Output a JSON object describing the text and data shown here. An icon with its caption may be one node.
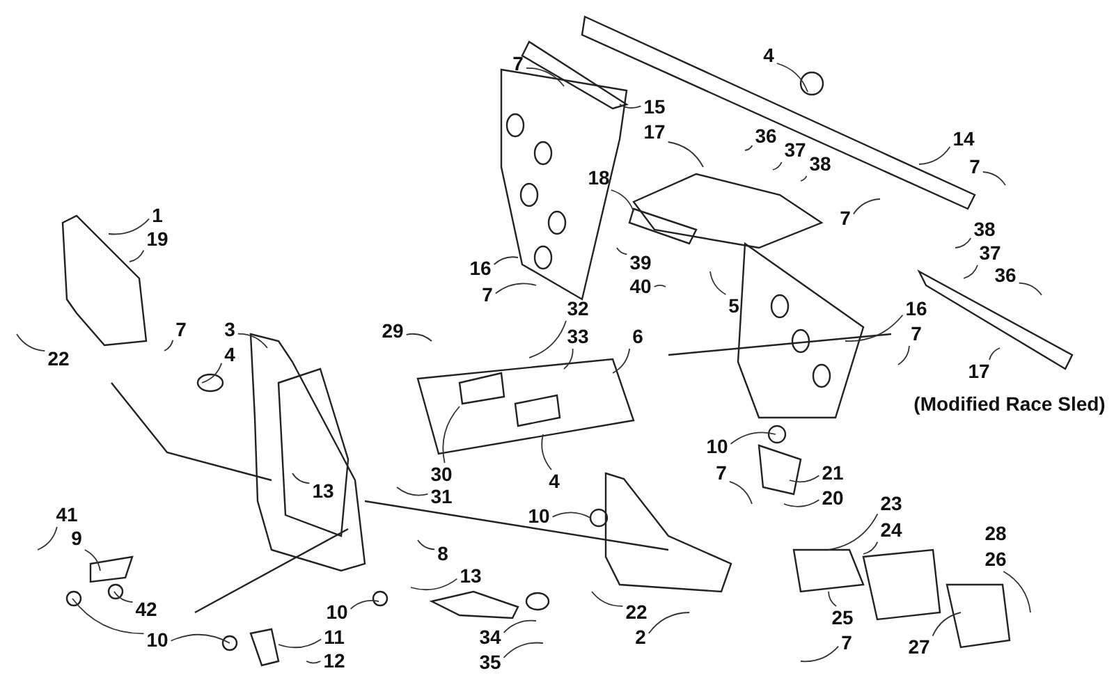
{
  "diagram": {
    "nodes": [
      {
        "text": [
          "1"
        ]
      },
      {
        "text": [
          "19"
        ]
      },
      {
        "text": [
          "22"
        ]
      },
      {
        "text": [
          "7"
        ]
      },
      {
        "text": [
          "3"
        ]
      },
      {
        "text": [
          "4"
        ]
      },
      {
        "text": [
          "41"
        ]
      },
      {
        "text": [
          "9"
        ]
      },
      {
        "text": [
          "42"
        ]
      },
      {
        "text": [
          "10"
        ]
      },
      {
        "text": [
          "11"
        ]
      },
      {
        "text": [
          "12"
        ]
      },
      {
        "text": [
          "13"
        ]
      },
      {
        "text": [
          "8"
        ]
      },
      {
        "text": [
          "13"
        ]
      },
      {
        "text": [
          "10"
        ]
      },
      {
        "text": [
          "29"
        ]
      },
      {
        "text": [
          "32"
        ]
      },
      {
        "text": [
          "33"
        ]
      },
      {
        "text": [
          "6"
        ]
      },
      {
        "text": [
          "30"
        ]
      },
      {
        "text": [
          "31"
        ]
      },
      {
        "text": [
          "4"
        ]
      },
      {
        "text": [
          "10"
        ]
      },
      {
        "text": [
          "34"
        ]
      },
      {
        "text": [
          "35"
        ]
      },
      {
        "text": [
          "16"
        ]
      },
      {
        "text": [
          "7"
        ]
      },
      {
        "text": [
          "15"
        ]
      },
      {
        "text": [
          "17"
        ]
      },
      {
        "text": [
          "7"
        ]
      },
      {
        "text": [
          "4"
        ]
      },
      {
        "text": [
          "36"
        ]
      },
      {
        "text": [
          "37"
        ]
      },
      {
        "text": [
          "38"
        ]
      },
      {
        "text": [
          "18"
        ]
      },
      {
        "text": [
          "39"
        ]
      },
      {
        "text": [
          "40"
        ]
      },
      {
        "text": [
          "14"
        ]
      },
      {
        "text": [
          "7"
        ]
      },
      {
        "text": [
          "7"
        ]
      },
      {
        "text": [
          "5"
        ]
      },
      {
        "text": [
          "16"
        ]
      },
      {
        "text": [
          "7"
        ]
      },
      {
        "text": [
          "38"
        ]
      },
      {
        "text": [
          "37"
        ]
      },
      {
        "text": [
          "36"
        ]
      },
      {
        "text": [
          "17"
        ]
      },
      {
        "text": [
          "10"
        ]
      },
      {
        "text": [
          "21"
        ]
      },
      {
        "text": [
          "7"
        ]
      },
      {
        "text": [
          "20"
        ]
      },
      {
        "text": [
          "23"
        ]
      },
      {
        "text": [
          "24"
        ]
      },
      {
        "text": [
          "26"
        ]
      },
      {
        "text": [
          "22"
        ]
      },
      {
        "text": [
          "2"
        ]
      },
      {
        "text": [
          "25"
        ]
      },
      {
        "text": [
          "7"
        ]
      },
      {
        "text": [
          "27"
        ]
      }
    ],
    "edges": [
      {
        "from": 0,
        "to": null,
        "arrow": "none"
      },
      {
        "from": 1,
        "to": null,
        "arrow": "none"
      },
      {
        "from": 2,
        "to": null,
        "arrow": "none"
      },
      {
        "from": 3,
        "to": null,
        "arrow": "none"
      },
      {
        "from": 4,
        "to": null,
        "arrow": "none"
      },
      {
        "from": 5,
        "to": null,
        "arrow": "none"
      },
      {
        "from": 6,
        "to": null,
        "arrow": "none"
      },
      {
        "from": 7,
        "to": null,
        "arrow": "none"
      },
      {
        "from": 8,
        "to": null,
        "arrow": "none"
      },
      {
        "from": 9,
        "to": null,
        "arrow": "none"
      },
      {
        "from": 9,
        "to": null,
        "arrow": "none"
      },
      {
        "from": 10,
        "to": null,
        "arrow": "none"
      },
      {
        "from": 11,
        "to": null,
        "arrow": "none"
      },
      {
        "from": 12,
        "to": null,
        "arrow": "none"
      },
      {
        "from": 13,
        "to": null,
        "arrow": "none"
      },
      {
        "from": 14,
        "to": null,
        "arrow": "none"
      },
      {
        "from": 15,
        "to": null,
        "arrow": "none"
      },
      {
        "from": 16,
        "to": null,
        "arrow": "none"
      },
      {
        "from": 17,
        "to": null,
        "arrow": "none"
      },
      {
        "from": 18,
        "to": null,
        "arrow": "none"
      },
      {
        "from": 19,
        "to": null,
        "arrow": "none"
      },
      {
        "from": 20,
        "to": null,
        "arrow": "none"
      },
      {
        "from": 21,
        "to": null,
        "arrow": "none"
      },
      {
        "from": 22,
        "to": null,
        "arrow": "none"
      },
      {
        "from": 23,
        "to": null,
        "arrow": "none"
      },
      {
        "from": 24,
        "to": null,
        "arrow": "none"
      },
      {
        "from": 25,
        "to": null,
        "arrow": "none"
      },
      {
        "from": 26,
        "to": null,
        "arrow": "none"
      },
      {
        "from": 27,
        "to": null,
        "arrow": "none"
      },
      {
        "from": 28,
        "to": null,
        "arrow": "none"
      },
      {
        "from": 29,
        "to": null,
        "arrow": "none"
      },
      {
        "from": 30,
        "to": null,
        "arrow": "none"
      },
      {
        "from": 31,
        "to": null,
        "arrow": "none"
      },
      {
        "from": 32,
        "to": null,
        "arrow": "none"
      },
      {
        "from": 33,
        "to": null,
        "arrow": "none"
      },
      {
        "from": 34,
        "to": null,
        "arrow": "none"
      },
      {
        "from": 35,
        "to": null,
        "arrow": "none"
      },
      {
        "from": 36,
        "to": null,
        "arrow": "none"
      },
      {
        "from": 37,
        "to": null,
        "arrow": "none"
      },
      {
        "from": 38,
        "to": null,
        "arrow": "none"
      },
      {
        "from": 39,
        "to": null,
        "arrow": "none"
      },
      {
        "from": 40,
        "to": null,
        "arrow": "none"
      },
      {
        "from": 41,
        "to": null,
        "arrow": "none"
      },
      {
        "from": 42,
        "to": null,
        "arrow": "none"
      },
      {
        "from": 43,
        "to": null,
        "arrow": "none"
      },
      {
        "from": 44,
        "to": null,
        "arrow": "none"
      },
      {
        "from": 45,
        "to": null,
        "arrow": "none"
      },
      {
        "from": 46,
        "to": null,
        "arrow": "none"
      },
      {
        "from": 47,
        "to": null,
        "arrow": "none"
      },
      {
        "from": 48,
        "to": null,
        "arrow": "none"
      },
      {
        "from": 49,
        "to": null,
        "arrow": "none"
      },
      {
        "from": 50,
        "to": null,
        "arrow": "none"
      },
      {
        "from": 51,
        "to": null,
        "arrow": "none"
      },
      {
        "from": 52,
        "to": null,
        "arrow": "none"
      },
      {
        "from": 53,
        "to": null,
        "arrow": "none"
      },
      {
        "from": 54,
        "to": null,
        "arrow": "none"
      },
      {
        "from": 55,
        "to": null,
        "arrow": "none"
      },
      {
        "from": 56,
        "to": null,
        "arrow": "none"
      },
      {
        "from": 57,
        "to": null,
        "arrow": "none"
      },
      {
        "from": 58,
        "to": null,
        "arrow": "none"
      },
      {
        "from": 59,
        "to": null,
        "arrow": "none"
      }
    ],
    "labels": [
      "(Modified Race Sled)",
      "28"
    ]
  }
}
